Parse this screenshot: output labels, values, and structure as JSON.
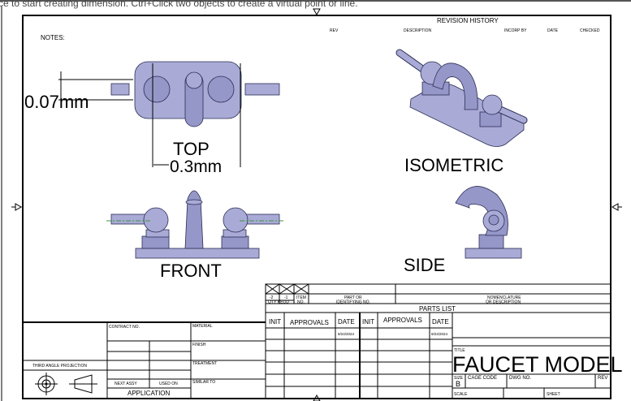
{
  "status_text": "ce to start creating dimension. Ctrl+Click two objects to create a virtual point or line.",
  "notes_label": "NOTES:",
  "revision": {
    "title": "REVISION  HISTORY",
    "columns": [
      "REV",
      "DESCRIPTION",
      "INCORP BY",
      "DATE",
      "CHECKED"
    ]
  },
  "views": {
    "top": "TOP",
    "front": "FRONT",
    "isometric": "ISOMETRIC",
    "side": "SIDE"
  },
  "dimensions": {
    "vertical": "0.07mm",
    "horizontal": "0.3mm"
  },
  "parts_list": {
    "qty_cols": [
      "-2",
      "-1"
    ],
    "qty_label": "QTY REQD",
    "item_no": [
      "ITEM",
      "NO."
    ],
    "part_no": [
      "PART  OR",
      "IDENTIFYING NO."
    ],
    "nomenclature": [
      "NOMENCLATURE",
      "OR DESCRIPTION"
    ],
    "title": "PARTS  LIST"
  },
  "approvals": {
    "headers": [
      "INIT",
      "APPROVALS",
      "DATE",
      "INIT",
      "APPROVALS",
      "DATE"
    ],
    "date1": "9/24/2024",
    "date2": "9/24/2024"
  },
  "title_block": {
    "title_label": "TITLE",
    "title": "FAUCET MODEL",
    "size_label": "SIZE",
    "size": "B",
    "cage_code": "CAGE CODE",
    "dwg_no": "DWG NO.",
    "rev": "REV",
    "scale": "SCALE",
    "sheet": "SHEET"
  },
  "left_block": {
    "contract_no": "CONTRACT NO.",
    "material": "MATERIAL",
    "finish": "FINISH",
    "treatment": "TREATMENT",
    "similar_to": "SIMILAR TO",
    "projection": "THIRD  ANGLE  PROJECTION",
    "next_assy": "NEXT ASSY",
    "used_on": "USED ON",
    "application": "APPLICATION"
  },
  "colors": {
    "part_fill": "#a9abd6",
    "part_edge": "#2c2d55",
    "centerline": "#3a9a3a"
  }
}
